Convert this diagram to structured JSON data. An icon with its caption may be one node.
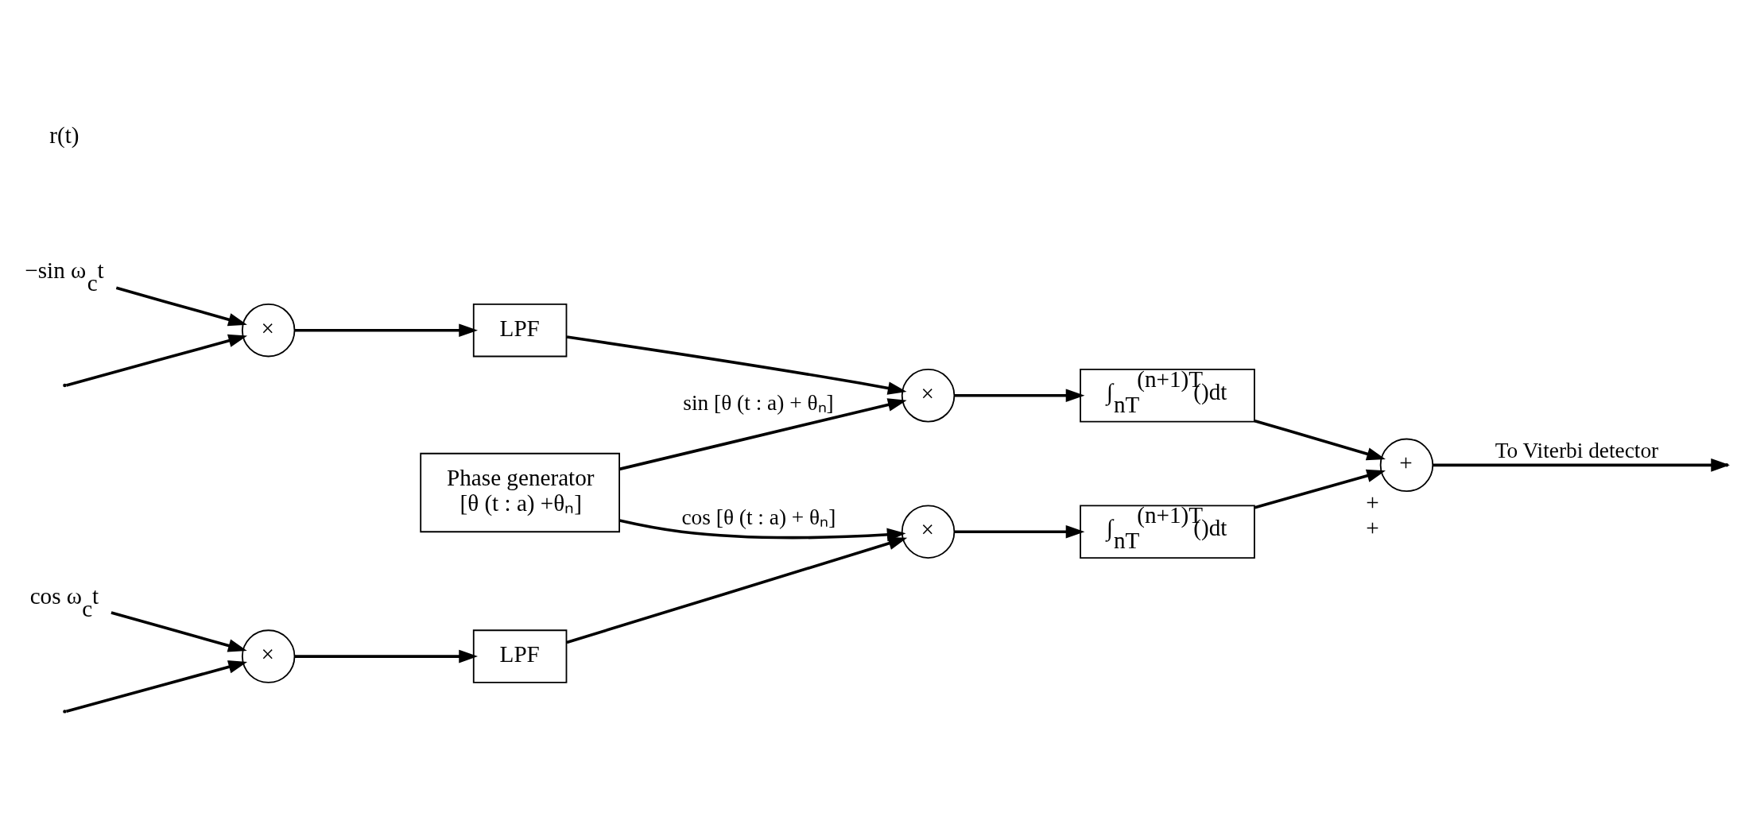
{
  "diagram": {
    "nodes": [
      {
        "text": [
          "×"
        ]
      },
      {
        "text": [
          "LPF"
        ]
      },
      {
        "text": [
          "×"
        ]
      },
      {
        "text": [
          "∫$_{nT}$$^{(n+1)T}$()dt"
        ]
      },
      {
        "text": [
          "+"
        ],
        "beside": [
          "+",
          "+"
        ]
      },
      {
        "text": [
          "×"
        ]
      },
      {
        "text": [
          "LPF"
        ]
      },
      {
        "text": [
          "×"
        ]
      },
      {
        "text": [
          "∫$_{nT}$$^{(n+1)T}$()dt"
        ]
      },
      {
        "text": [
          "Phase generator",
          "[θ (t : a) +θₙ]"
        ]
      },
      {
        "text": [
          "cos ω$_{c}$t"
        ]
      },
      {
        "text": [
          "−sin ω$_{c}$t"
        ]
      }
    ],
    "edges": [
      {
        "from": null,
        "to": 0,
        "arrow": "to"
      },
      {
        "from": null,
        "to": 5,
        "arrow": "to"
      },
      {
        "from": 10,
        "to": 0,
        "arrow": "to"
      },
      {
        "from": 0,
        "to": 1,
        "arrow": "to"
      },
      {
        "from": 1,
        "to": 2,
        "arrow": "to"
      },
      {
        "from": 9,
        "to": 2,
        "arrow": "to",
        "label": "cos [θ (t : a) + θₙ]"
      },
      {
        "from": 2,
        "to": 3,
        "arrow": "to"
      },
      {
        "from": 3,
        "to": 4,
        "arrow": "to"
      },
      {
        "from": 11,
        "to": 5,
        "arrow": "to"
      },
      {
        "from": 5,
        "to": 6,
        "arrow": "to"
      },
      {
        "from": 6,
        "to": 7,
        "arrow": "to"
      },
      {
        "from": 9,
        "to": 7,
        "arrow": "to",
        "label": "sin [θ (t : a) + θₙ]"
      },
      {
        "from": 7,
        "to": 8,
        "arrow": "to"
      },
      {
        "from": 8,
        "to": 4,
        "arrow": "to"
      },
      {
        "from": 4,
        "to": null,
        "arrow": "to",
        "label": "To Viterbi detector"
      }
    ],
    "labels": [
      "r(t)"
    ]
  }
}
